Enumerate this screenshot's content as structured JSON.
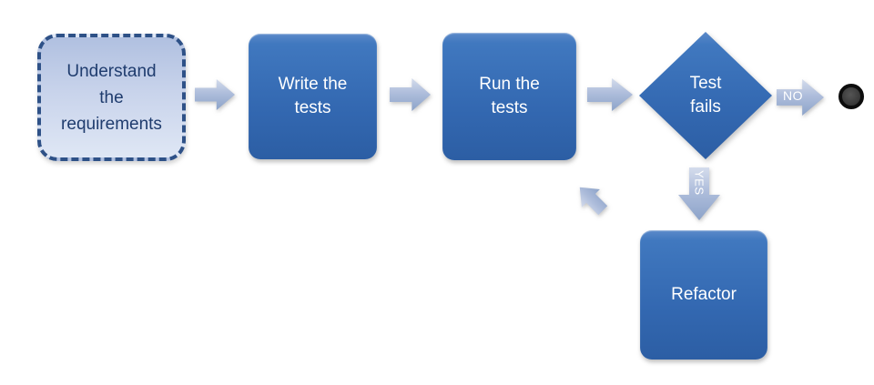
{
  "flowchart": {
    "nodes": {
      "understand": {
        "label": "Understand the requirements",
        "shape": "rounded-rect-dashed"
      },
      "write_tests": {
        "label": "Write the tests",
        "shape": "rounded-rect"
      },
      "run_tests": {
        "label": "Run the tests",
        "shape": "rounded-rect"
      },
      "test_fails": {
        "label": "Test fails",
        "shape": "diamond"
      },
      "refactor": {
        "label": "Refactor",
        "shape": "rounded-rect"
      },
      "end": {
        "label": "",
        "shape": "filled-circle"
      }
    },
    "edges": [
      {
        "from": "understand",
        "to": "write_tests",
        "label": ""
      },
      {
        "from": "write_tests",
        "to": "run_tests",
        "label": ""
      },
      {
        "from": "run_tests",
        "to": "test_fails",
        "label": ""
      },
      {
        "from": "test_fails",
        "to": "end",
        "label": "NO"
      },
      {
        "from": "test_fails",
        "to": "refactor",
        "label": "YES"
      },
      {
        "from": "refactor",
        "to": "run_tests",
        "label": ""
      }
    ],
    "icons": {
      "flow_arrow": "block-arrow-right",
      "yes_arrow": "block-arrow-down",
      "return_arrow": "block-arrow-up-left",
      "end_terminator": "end-circle"
    },
    "colors": {
      "process_fill": "#3368b1",
      "process_fill_light": "#5b89c9",
      "process_fill_dark": "#2c5ea4",
      "process_text": "#ffffff",
      "start_fill_top": "#b0c0e0",
      "start_fill_bottom": "#dfe7f5",
      "start_border": "#2e5187",
      "start_text": "#1f3c6e",
      "arrow_light": "#d4dcec",
      "arrow_dark": "#8ca3c9",
      "end_node_ring": "#0d0d0d",
      "end_node_fill": "#383838",
      "background": "#ffffff"
    }
  }
}
